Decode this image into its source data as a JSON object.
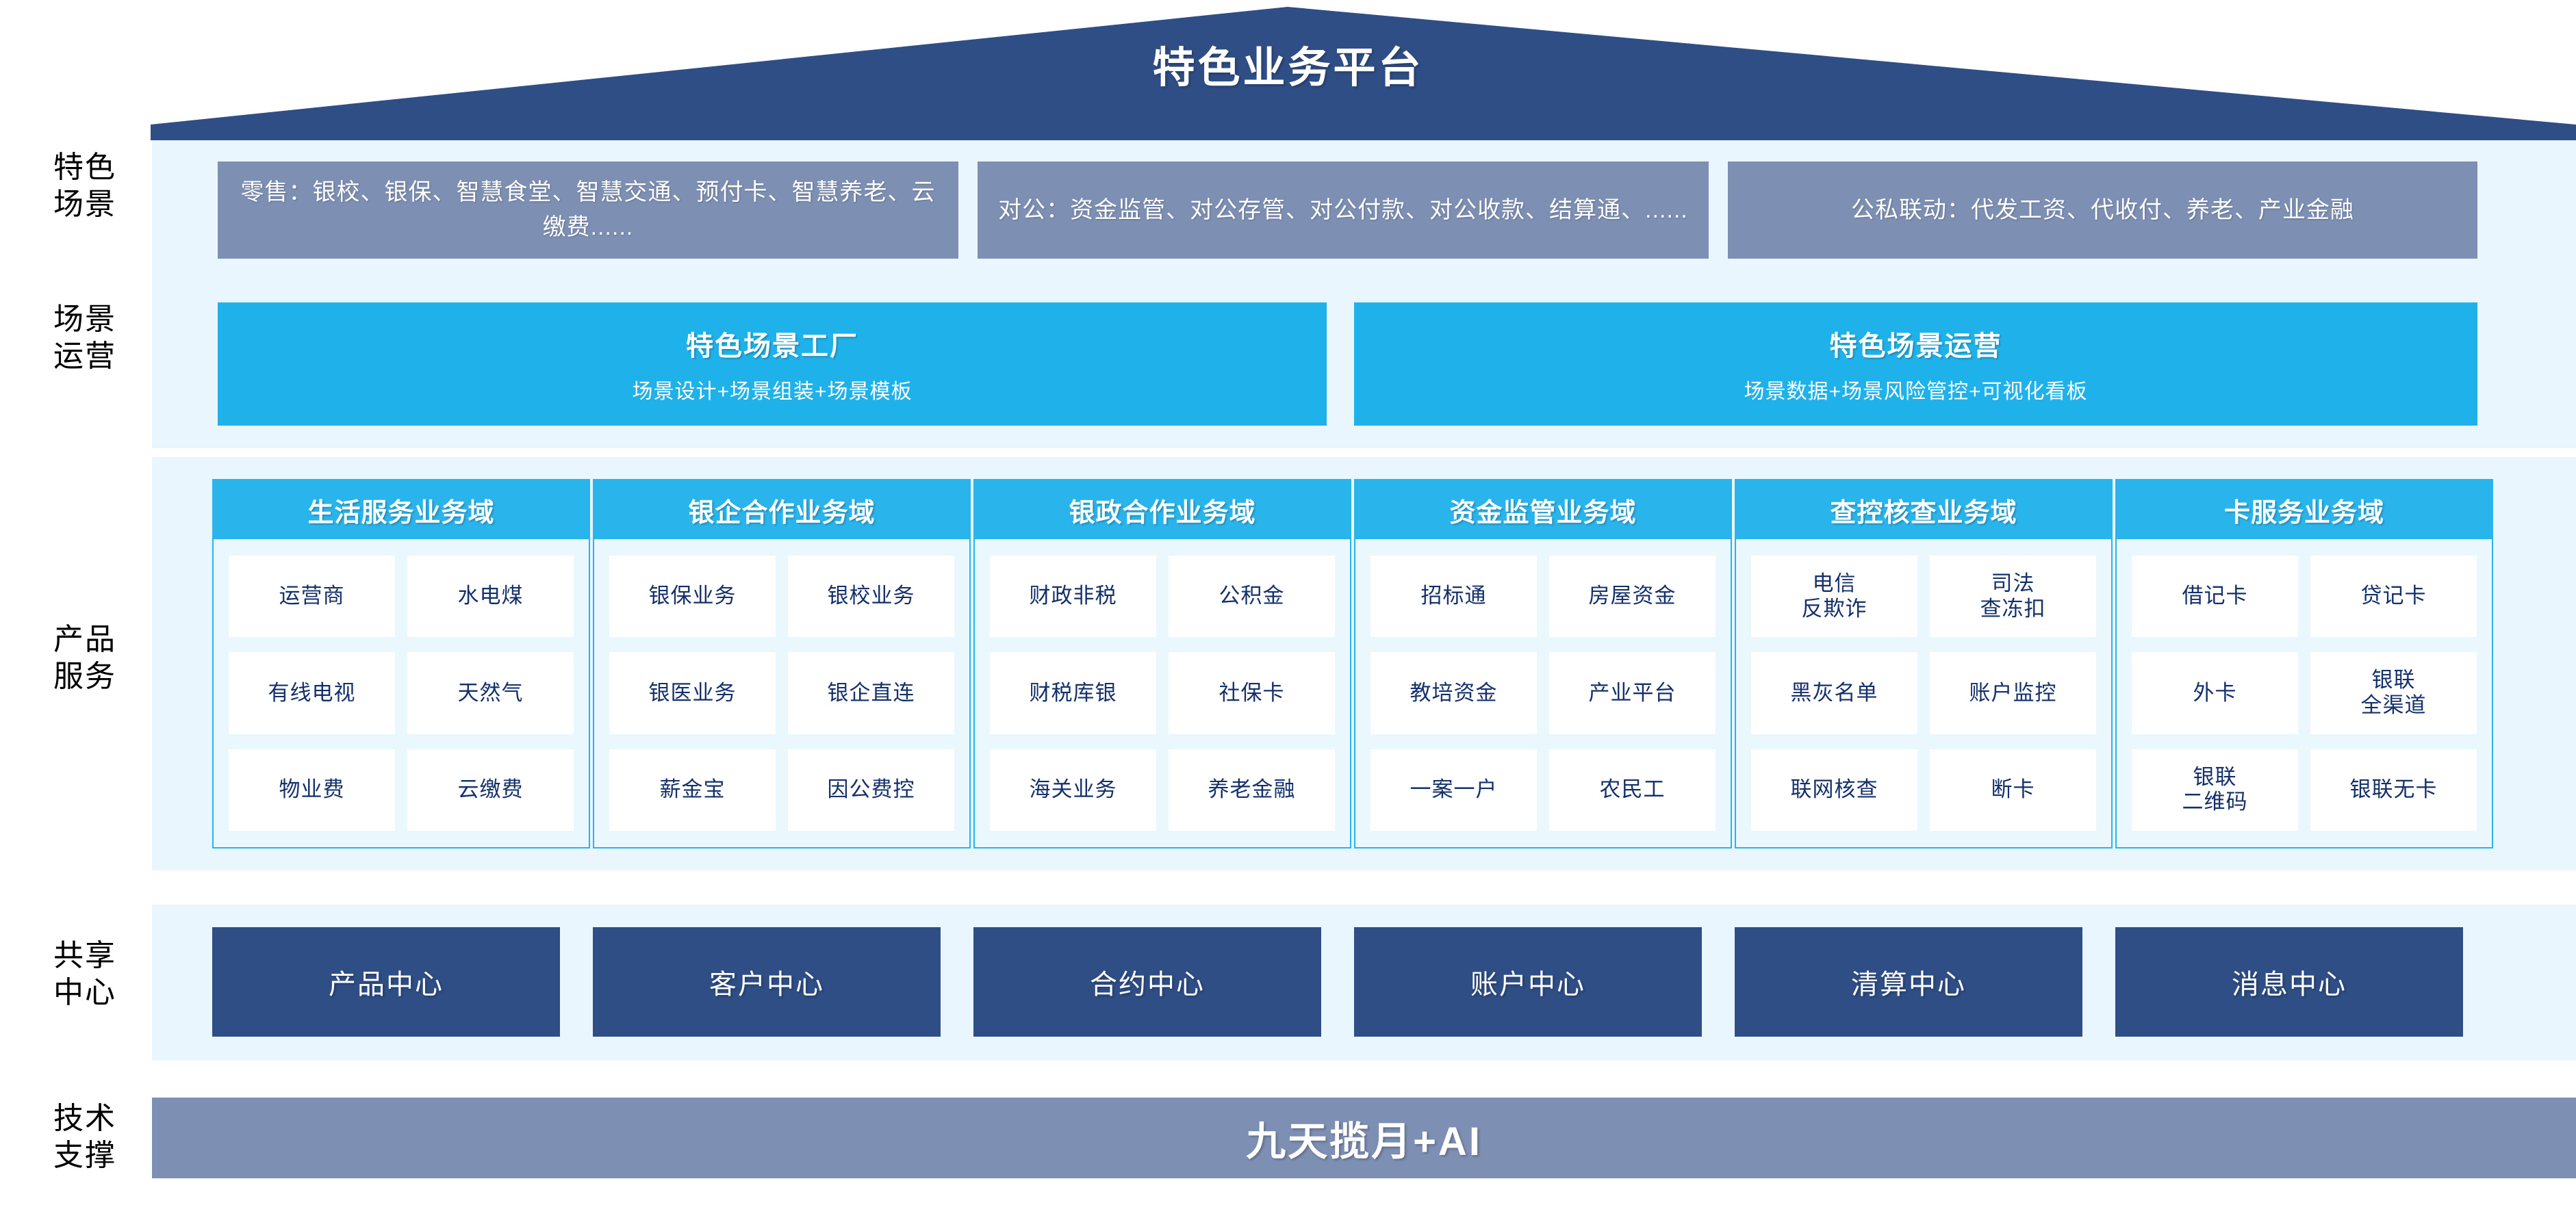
{
  "header": {
    "title": "特色业务平台"
  },
  "rails": [
    {
      "key": "scenarios",
      "label": "特色\n场景"
    },
    {
      "key": "operations",
      "label": "场景\n运营"
    },
    {
      "key": "products",
      "label": "产品\n服务"
    },
    {
      "key": "shared",
      "label": "共享\n中心"
    },
    {
      "key": "tech",
      "label": "技术\n支撑"
    }
  ],
  "scenarios": [
    {
      "label": "零售：银校、银保、智慧食堂、智慧交通、预付卡、智慧养老、云缴费......"
    },
    {
      "label": "对公：资金监管、对公存管、对公付款、对公收款、结算通、......"
    },
    {
      "label": "公私联动：代发工资、代收付、养老、产业金融"
    }
  ],
  "operations": [
    {
      "title": "特色场景工厂",
      "subtitle": "场景设计+场景组装+场景模板"
    },
    {
      "title": "特色场景运营",
      "subtitle": "场景数据+场景风险管控+可视化看板"
    }
  ],
  "domains": [
    {
      "title": "生活服务业务域",
      "cells": [
        "运营商",
        "水电煤",
        "有线电视",
        "天然气",
        "物业费",
        "云缴费"
      ]
    },
    {
      "title": "银企合作业务域",
      "cells": [
        "银保业务",
        "银校业务",
        "银医业务",
        "银企直连",
        "薪金宝",
        "因公费控"
      ]
    },
    {
      "title": "银政合作业务域",
      "cells": [
        "财政非税",
        "公积金",
        "财税库银",
        "社保卡",
        "海关业务",
        "养老金融"
      ]
    },
    {
      "title": "资金监管业务域",
      "cells": [
        "招标通",
        "房屋资金",
        "教培资金",
        "产业平台",
        "一案一户",
        "农民工"
      ]
    },
    {
      "title": "查控核查业务域",
      "cells": [
        "电信\n反欺诈",
        "司法\n查冻扣",
        "黑灰名单",
        "账户监控",
        "联网核查",
        "断卡"
      ]
    },
    {
      "title": "卡服务业务域",
      "cells": [
        "借记卡",
        "贷记卡",
        "外卡",
        "银联\n全渠道",
        "银联\n二维码",
        "银联无卡"
      ]
    }
  ],
  "shared_centers": [
    {
      "label": "产品中心"
    },
    {
      "label": "客户中心"
    },
    {
      "label": "合约中心"
    },
    {
      "label": "账户中心"
    },
    {
      "label": "清算中心"
    },
    {
      "label": "消息中心"
    }
  ],
  "tech_support": {
    "label": "九天揽月+AI"
  },
  "colors": {
    "roof_navy": "#2f4e86",
    "scenario_slate": "#7d8fb3",
    "operation_cyan": "#1fb2ea",
    "domain_cyan": "#2ab4ec",
    "band_pale": "#e9f6fd",
    "domain_body": "#eaf7fd",
    "cell_text": "#14306b",
    "shared_navy": "#2f4e86",
    "tech_slate": "#7d8fb3",
    "page_bg": "#ffffff"
  }
}
